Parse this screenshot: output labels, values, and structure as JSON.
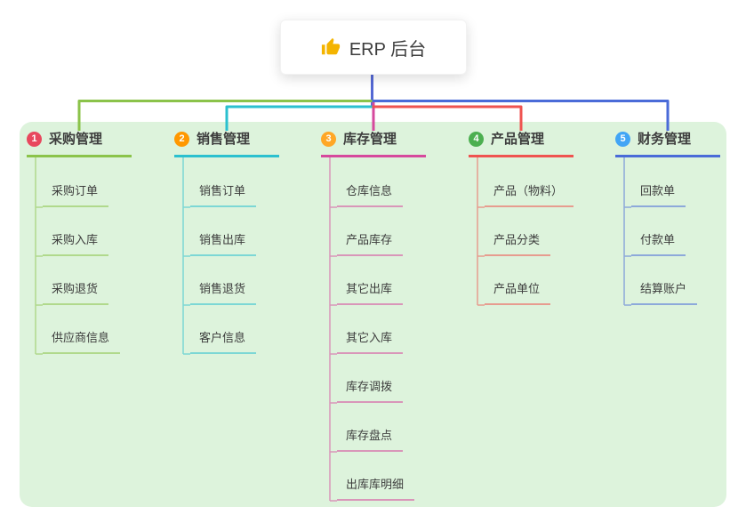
{
  "root": {
    "label": "ERP 后台",
    "icon": "thumbs-up",
    "icon_color": "#f4b400"
  },
  "palette": {
    "canvas_bg": "#ffffff",
    "panel_bg": "#ddf3dc",
    "trunk_color": "#5468d4",
    "text_color": "#3d3d3d"
  },
  "branches": [
    {
      "badge": "1",
      "badge_color": "#e8485e",
      "color": "#8bc34a",
      "label": "采购管理",
      "children": [
        "采购订单",
        "采购入库",
        "采购退货",
        "供应商信息"
      ]
    },
    {
      "badge": "2",
      "badge_color": "#ff9800",
      "color": "#2bc0cf",
      "label": "销售管理",
      "children": [
        "销售订单",
        "销售出库",
        "销售退货",
        "客户信息"
      ]
    },
    {
      "badge": "3",
      "badge_color": "#ffa726",
      "color": "#d6499d",
      "label": "库存管理",
      "children": [
        "仓库信息",
        "产品库存",
        "其它出库",
        "其它入库",
        "库存调拨",
        "库存盘点",
        "出库库明细"
      ]
    },
    {
      "badge": "4",
      "badge_color": "#4caf50",
      "color": "#ef5350",
      "label": "产品管理",
      "children": [
        "产品（物料）",
        "产品分类",
        "产品单位"
      ]
    },
    {
      "badge": "5",
      "badge_color": "#42a5f5",
      "color": "#4a6bd8",
      "label": "财务管理",
      "children": [
        "回款单",
        "付款单",
        "结算账户"
      ]
    }
  ]
}
